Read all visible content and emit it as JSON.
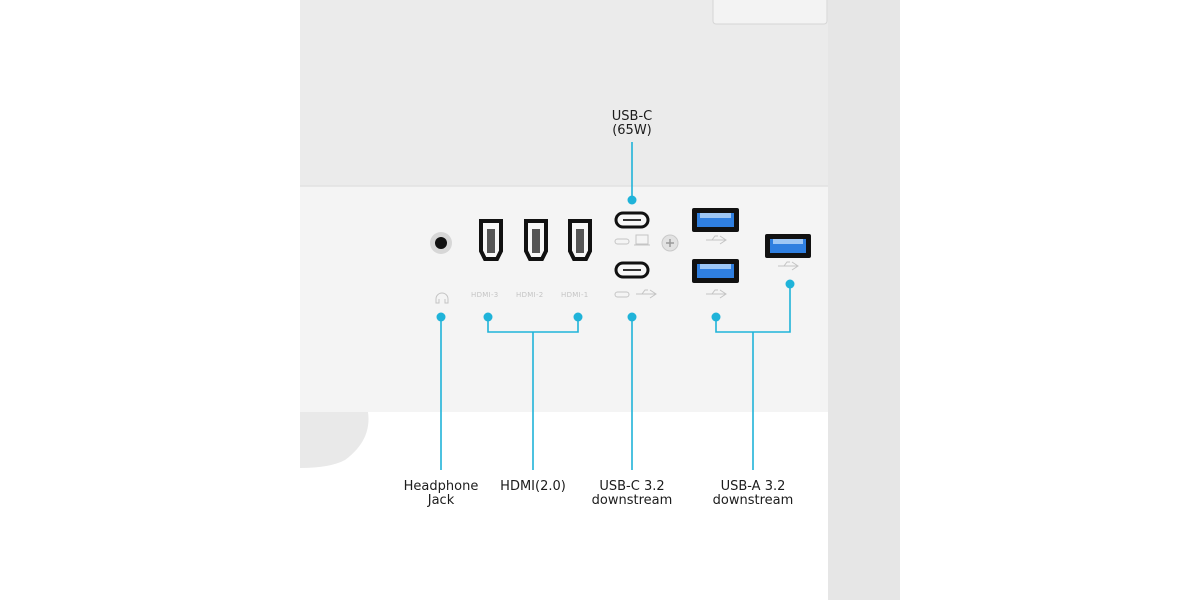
{
  "callouts": {
    "usb_c_65w": {
      "line1": "USB-C",
      "line2": "(65W)"
    },
    "headphone": {
      "line1": "Headphone",
      "line2": "Jack"
    },
    "hdmi": {
      "line1": "HDMI(2.0)"
    },
    "usb_c_down": {
      "line1": "USB-C 3.2",
      "line2": "downstream"
    },
    "usb_a_down": {
      "line1": "USB-A 3.2",
      "line2": "downstream"
    }
  },
  "port_labels": {
    "hdmi3": "HDMI-3",
    "hdmi2": "HDMI-2",
    "hdmi1": "HDMI-1"
  },
  "colors": {
    "accent": "#1fb3d9",
    "usb_blue": "#2f7fe0",
    "body": "#ececec",
    "panel": "#f2f2f2"
  },
  "icons": [
    "headphone-icon",
    "usb-icon",
    "laptop-icon",
    "usb-c-icon",
    "ground-screw-icon"
  ]
}
